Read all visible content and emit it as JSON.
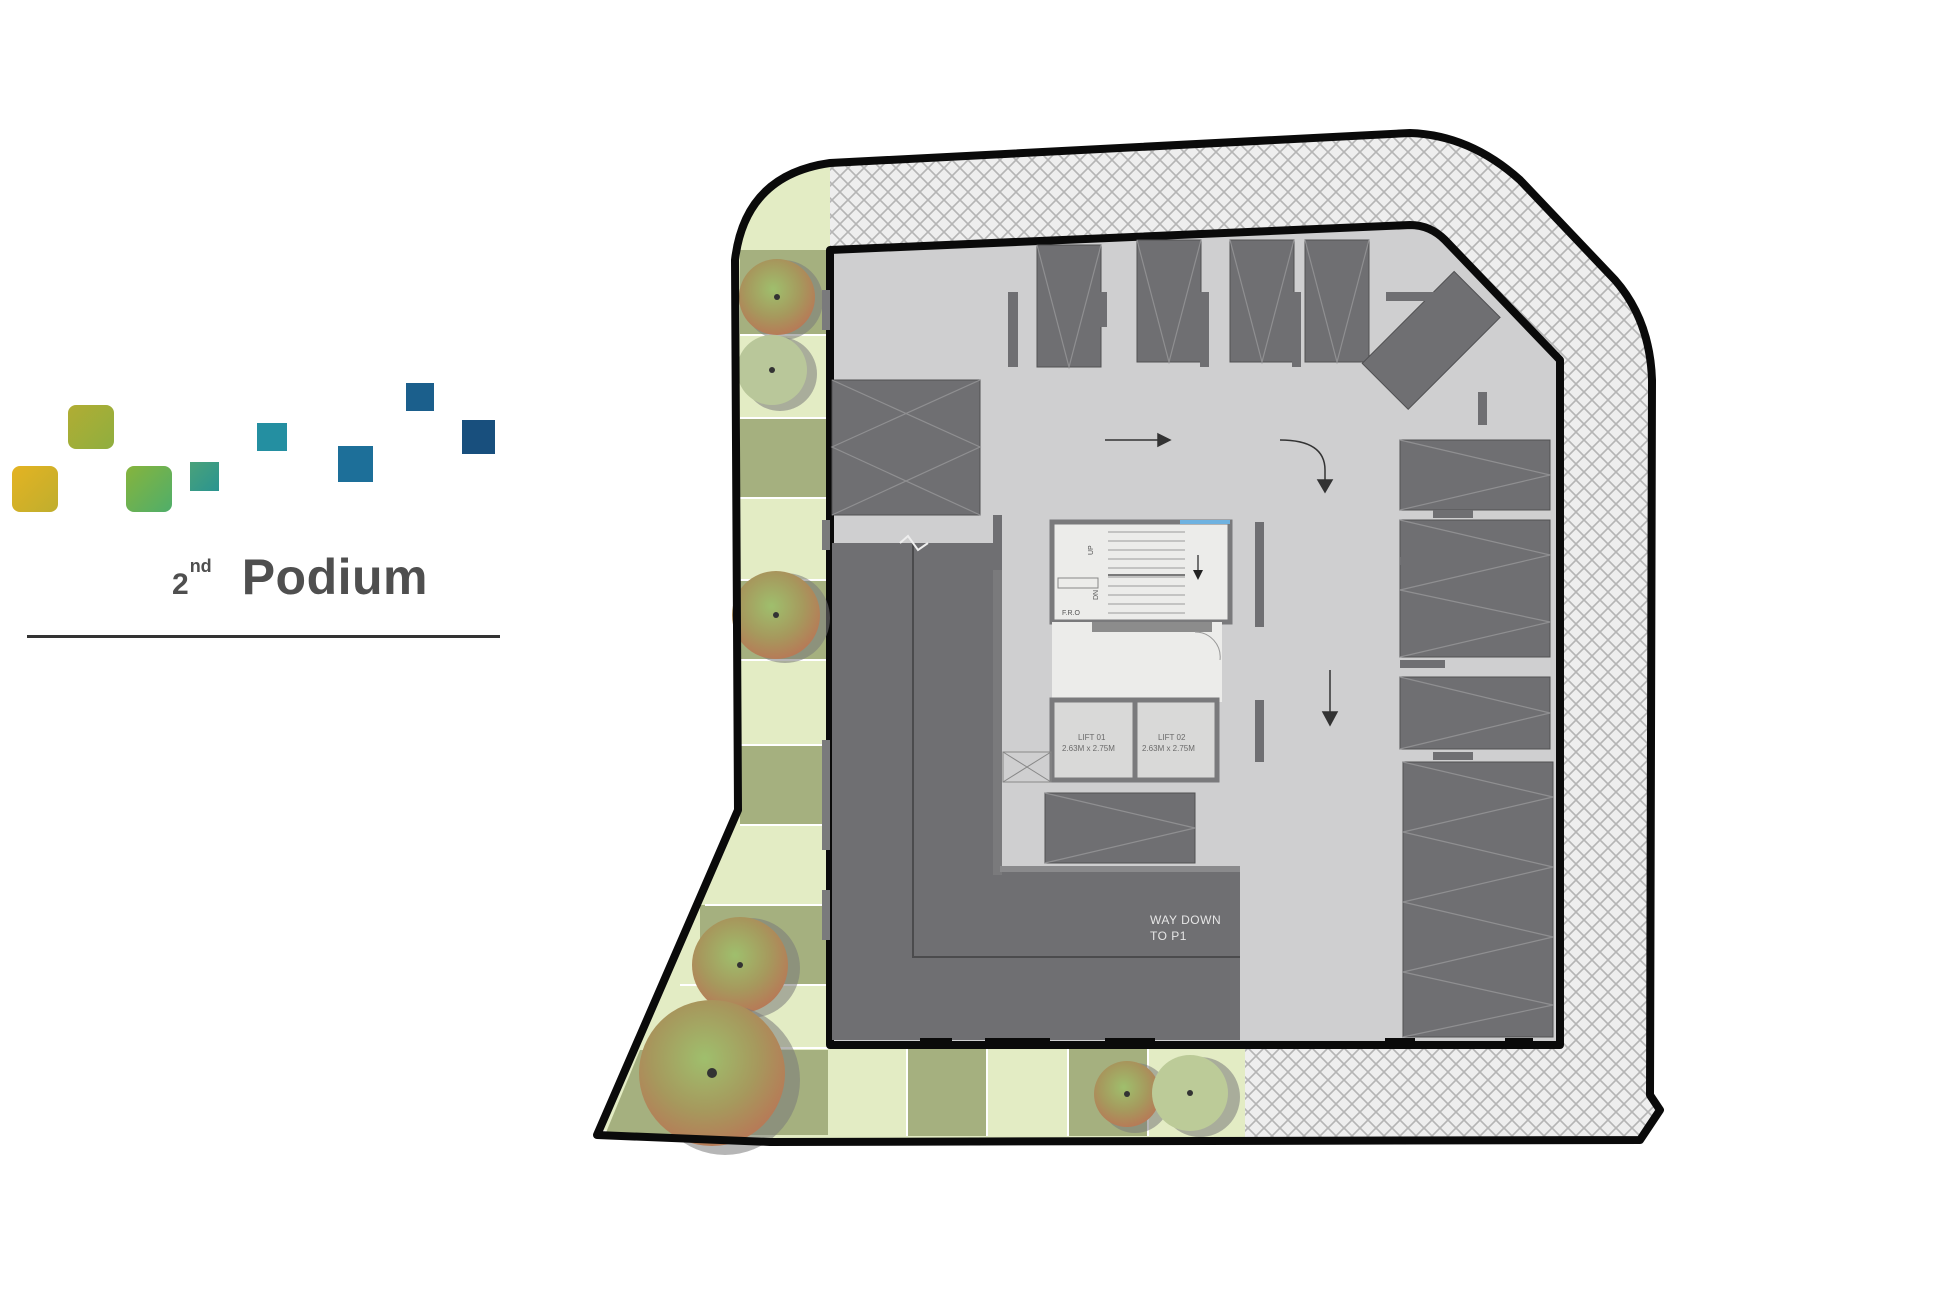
{
  "legend": {
    "ordinal_number": "2",
    "ordinal_suffix": "nd",
    "title": "Podium"
  },
  "plan": {
    "lift1_name": "LIFT 01",
    "lift1_size": "2.63M x 2.75M",
    "lift2_name": "LIFT 02",
    "lift2_size": "2.63M x 2.75M",
    "way_down_line1": "WAY DOWN",
    "way_down_line2": "TO P1",
    "fro_label": "F.R.O",
    "up_label": "UP",
    "dn_label": "DN"
  },
  "colors": {
    "ramp_gray": "#6f6f72",
    "floor_gray": "#cfcfd0",
    "light_green": "#e3ecc4",
    "olive_green": "#a5b07f",
    "outline": "#0a0a0a"
  }
}
